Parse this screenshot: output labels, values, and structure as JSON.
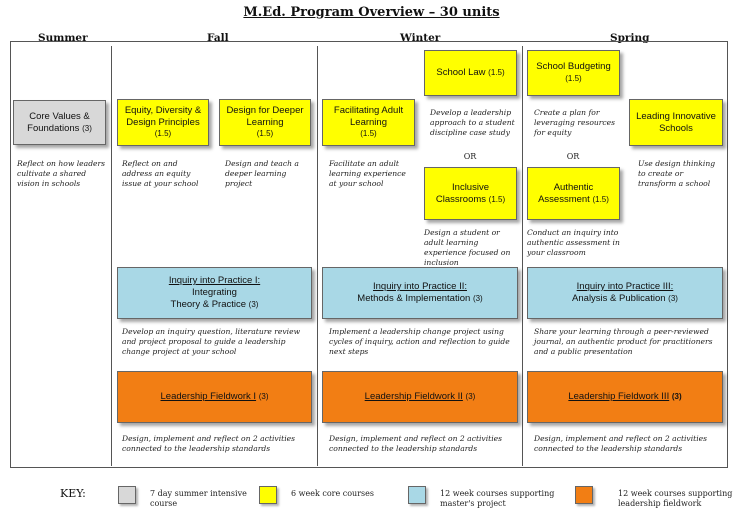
{
  "title": "M.Ed. Program Overview – 30 units",
  "seasons": {
    "summer": "Summer",
    "fall": "Fall",
    "winter": "Winter",
    "spring": "Spring"
  },
  "courses": {
    "core_values": {
      "name": "Core Values & Foundations",
      "units": "(3)",
      "desc": "Reflect on how leaders cultivate a shared vision in schools"
    },
    "equity": {
      "name": "Equity, Diversity & Design Principles",
      "units": "(1.5)",
      "desc": "Reflect on and address an equity issue at your school"
    },
    "deeper": {
      "name": "Design for Deeper Learning",
      "units": "(1.5)",
      "desc": "Design and teach a deeper learning project"
    },
    "adult": {
      "name": "Facilitating Adult Learning",
      "units": "(1.5)",
      "desc": "Facilitate an adult learning experience at your school"
    },
    "law": {
      "name": "School Law",
      "units": "(1.5)",
      "desc": "Develop a leadership approach to a student discipline case study"
    },
    "inclusive": {
      "name": "Inclusive Classrooms",
      "units": "(1.5)",
      "desc": "Design a student or adult learning experience focused on inclusion"
    },
    "budget": {
      "name": "School Budgeting",
      "units": "(1.5)",
      "desc": "Create a plan for leveraging resources for equity"
    },
    "authentic": {
      "name": "Authentic Assessment",
      "units": "(1.5)",
      "desc": "Conduct an inquiry into authentic assessment in your classroom"
    },
    "innovative": {
      "name": "Leading Innovative Schools",
      "desc": "Use design thinking to create or transform a school"
    },
    "inquiry1": {
      "line1": "Inquiry into Practice I:",
      "line2": "Integrating",
      "line3": "Theory & Practice",
      "units": "(3)",
      "desc": "Develop an inquiry question, literature review and project proposal to guide a leadership change project at your school"
    },
    "inquiry2": {
      "line1": "Inquiry into Practice II:",
      "line2": "Methods & Implementation",
      "units": "(3)",
      "desc": "Implement a leadership change project using cycles of inquiry, action and reflection to guide next steps"
    },
    "inquiry3": {
      "line1": "Inquiry into Practice III:",
      "line2": "Analysis & Publication",
      "units": "(3)",
      "desc": "Share your learning through a peer-reviewed journal, an authentic product for practitioners and a public presentation"
    },
    "field1": {
      "name": "Leadership Fieldwork I",
      "units": "(3)",
      "desc": "Design, implement and reflect on 2 activities connected to the leadership standards"
    },
    "field2": {
      "name": "Leadership Fieldwork II",
      "units": "(3)",
      "desc": "Design, implement and reflect on 2 activities connected to the leadership standards"
    },
    "field3": {
      "name": "Leadership Fieldwork III",
      "units": "(3)",
      "desc": "Design, implement and reflect on 2 activities connected to the leadership standards"
    }
  },
  "or_label": "OR",
  "key": {
    "label": "KEY:",
    "items": [
      {
        "text": "7 day summer intensive course",
        "color": "#d8d8d8"
      },
      {
        "text": "6 week core courses",
        "color": "#ffff00"
      },
      {
        "text": "12 week courses supporting master's project",
        "color": "#a9d8e6"
      },
      {
        "text": "12 week courses supporting leadership fieldwork",
        "color": "#f27e14"
      }
    ]
  }
}
